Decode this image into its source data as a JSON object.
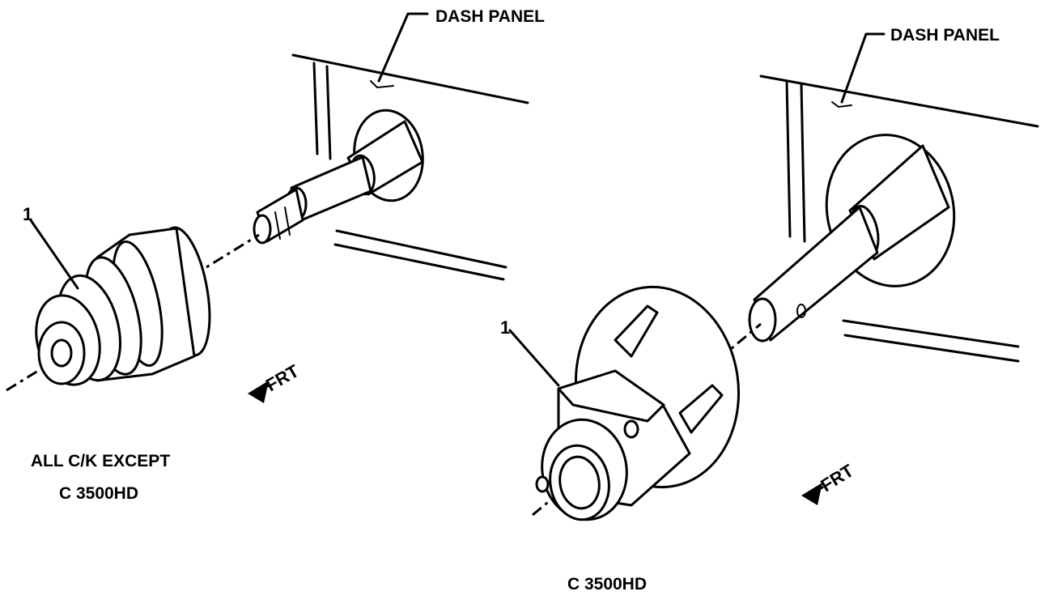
{
  "left_view": {
    "callout_number": "1",
    "dash_panel_label": "DASH PANEL",
    "front_label": "FRT",
    "caption_line1": "ALL C/K EXCEPT",
    "caption_line2": "C 3500HD"
  },
  "right_view": {
    "callout_number": "1",
    "dash_panel_label": "DASH PANEL",
    "front_label": "FRT",
    "caption": "C 3500HD"
  }
}
